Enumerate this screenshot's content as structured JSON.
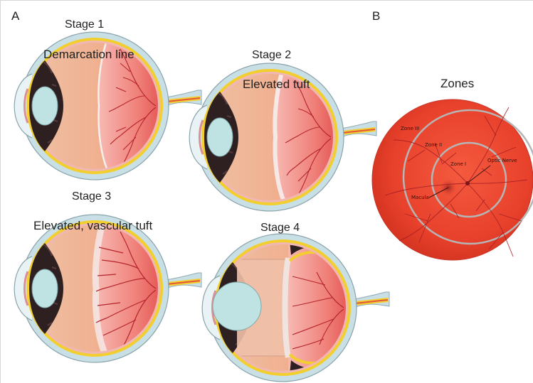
{
  "panels": {
    "a": "A",
    "b": "B"
  },
  "stages": [
    {
      "title": "Stage 1",
      "description": "Demarcation line"
    },
    {
      "title": "Stage 2",
      "description": "Elevated tuft"
    },
    {
      "title": "Stage 3",
      "description": "Elevated, vascular tuft"
    },
    {
      "title": "Stage 4",
      "description": ""
    }
  ],
  "zones": {
    "title": "Zones",
    "labels": {
      "zone_iii": "Zone III",
      "zone_ii": "Zone II",
      "zone_i": "Zone I",
      "optic_nerve": "Optic Nerve",
      "macula": "Macula"
    }
  },
  "colors": {
    "sclera": "#c9dfe6",
    "choroid_yellow": "#f2cf2e",
    "iris": "#2e2021",
    "lens": "#bfe3e3",
    "vitreous": "#f0b592",
    "retina_red": "#ec5d5b",
    "vessel": "#b5242c",
    "fundus": "#e2412d"
  }
}
